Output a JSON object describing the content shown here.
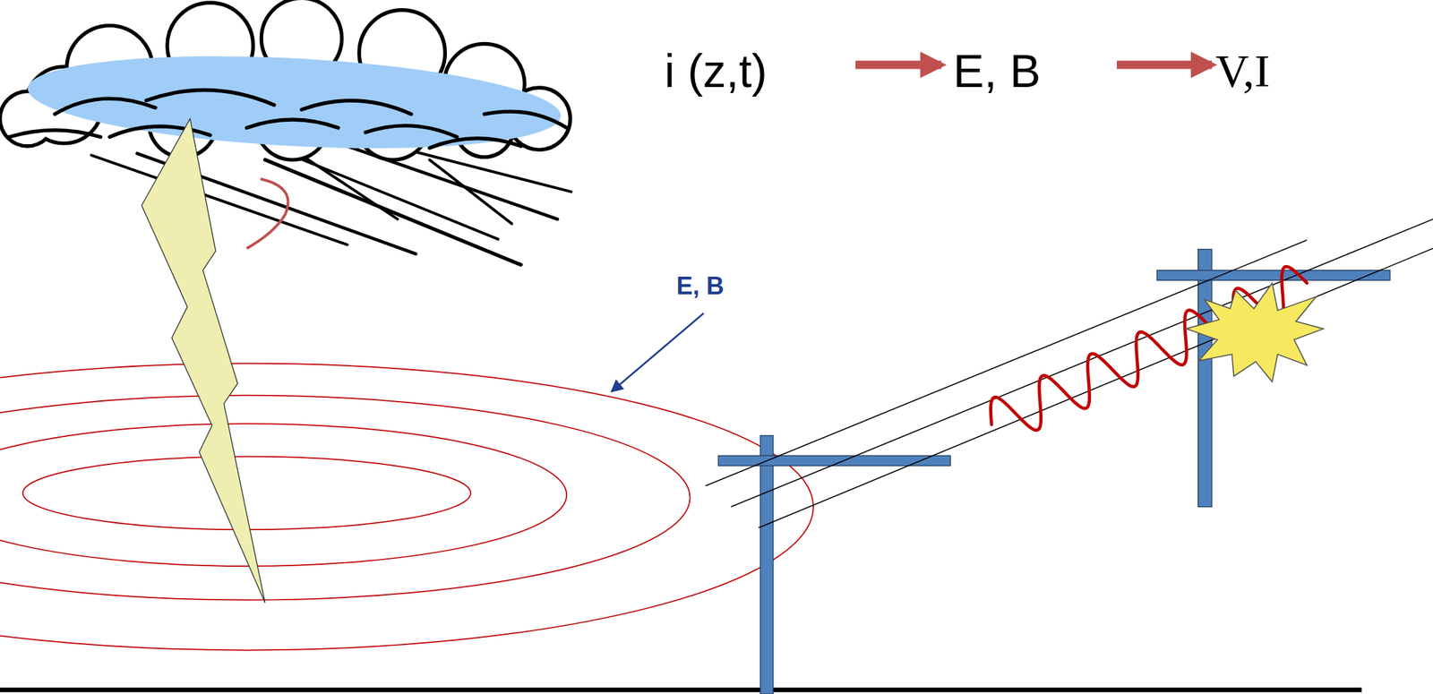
{
  "diagram": {
    "labels": [
      "i (z,t)",
      "E, B",
      "V,I",
      "E, B"
    ]
  }
}
